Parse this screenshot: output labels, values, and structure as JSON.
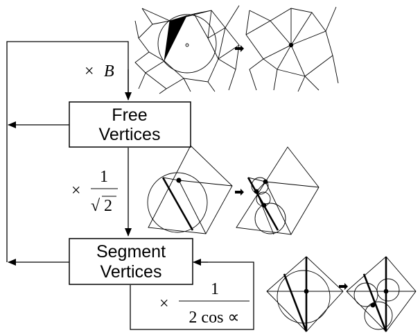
{
  "boxes": {
    "free": {
      "line1": "Free",
      "line2": "Vertices"
    },
    "segment": {
      "line1": "Segment",
      "line2": "Vertices"
    }
  },
  "factors": {
    "free_loop": {
      "times": "×",
      "symbol": "B"
    },
    "free_to_segment": {
      "times": "×",
      "numerator": "1",
      "radical": "√",
      "radicand": "2"
    },
    "segment_loop": {
      "times": "×",
      "numerator": "1",
      "denominator": "2 cos ∝"
    }
  }
}
